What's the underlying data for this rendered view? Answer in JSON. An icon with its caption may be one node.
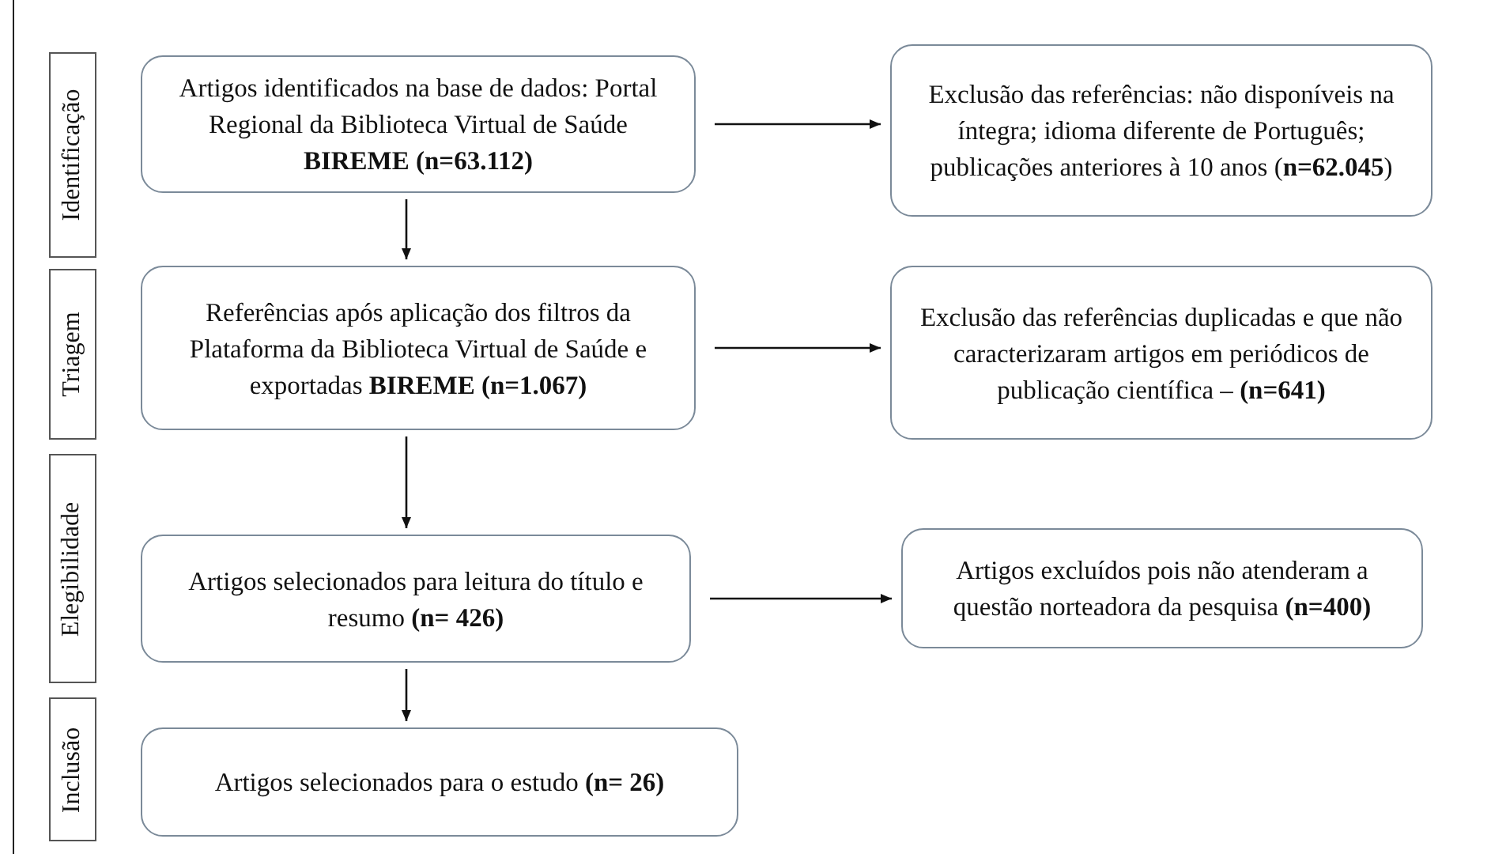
{
  "diagram": {
    "nodes": [
      {
        "text": [
          "Identificação"
        ]
      },
      {
        "text": [
          "Artigos identificados na base de dados: Portal Regional da Biblioteca Virtual de Saúde **BIREME (n=63.112)**"
        ]
      },
      {
        "text": [
          "Exclusão das referências: não disponíveis na íntegra; idioma diferente de Português; publicações anteriores à 10 anos (**n=62.045**)"
        ]
      },
      {
        "text": [
          "Triagem"
        ]
      },
      {
        "text": [
          "Referências após aplicação dos filtros da Plataforma da Biblioteca Virtual de Saúde e exportadas **BIREME (n=1.067)**"
        ]
      },
      {
        "text": [
          "Exclusão das referências duplicadas e que não caracterizaram artigos em periódicos de publicação científica – **(n=641)**"
        ]
      },
      {
        "text": [
          "Elegibilidade"
        ]
      },
      {
        "text": [
          "Artigos selecionados para leitura do título e resumo **(n= 426)**"
        ]
      },
      {
        "text": [
          "Artigos excluídos pois não atenderam a questão norteadora da pesquisa **(n=400)**"
        ]
      },
      {
        "text": [
          "Inclusão"
        ]
      },
      {
        "text": [
          "Artigos selecionados para o estudo **(n= 26)**"
        ]
      }
    ],
    "edges": [
      {
        "from": 1,
        "to": 2,
        "arrow": "to"
      },
      {
        "from": 1,
        "to": 4,
        "arrow": "to"
      },
      {
        "from": 4,
        "to": 5,
        "arrow": "to"
      },
      {
        "from": 4,
        "to": 7,
        "arrow": "to"
      },
      {
        "from": 7,
        "to": 8,
        "arrow": "to"
      },
      {
        "from": 7,
        "to": 10,
        "arrow": "to"
      }
    ]
  }
}
